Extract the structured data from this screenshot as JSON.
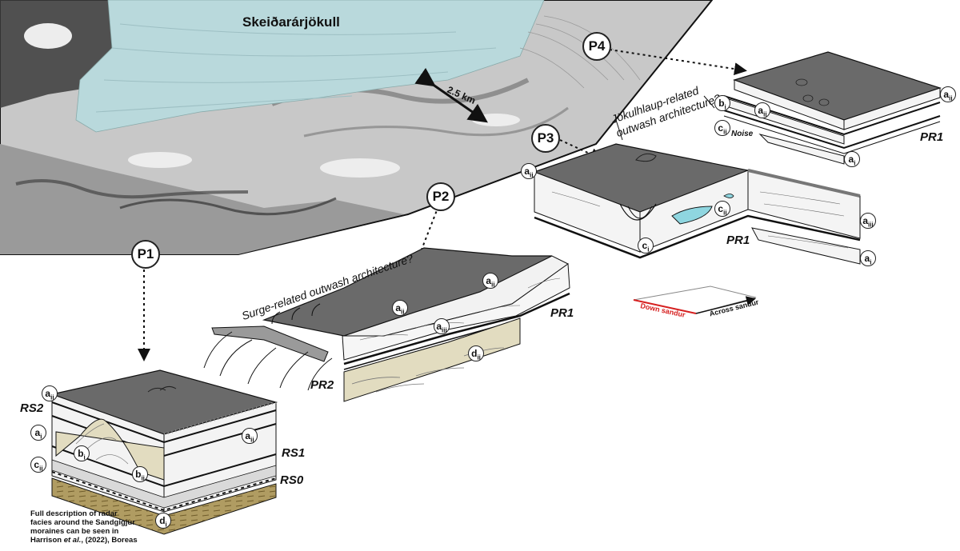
{
  "map": {
    "glacier_name": "Skeiðarárjökull",
    "scale_label": "2.5 km"
  },
  "nodes": {
    "p1": "P1",
    "p2": "P2",
    "p3": "P3",
    "p4": "P4"
  },
  "captions": {
    "surge": "Surge-related outwash architecture?",
    "jokulhlaup_line1": "Jökulhlaup-related",
    "jokulhlaup_line2": "outwash architecture?"
  },
  "block_p1": {
    "facies": [
      {
        "base": "a",
        "sub": "ii"
      },
      {
        "base": "a",
        "sub": "i"
      },
      {
        "base": "b",
        "sub": "i"
      },
      {
        "base": "c",
        "sub": "ii"
      },
      {
        "base": "b",
        "sub": "ii"
      },
      {
        "base": "a",
        "sub": "ii"
      },
      {
        "base": "d",
        "sub": "i"
      }
    ],
    "surfaces": [
      "RS2",
      "RS1",
      "RS0"
    ]
  },
  "block_p2": {
    "facies": [
      {
        "base": "a",
        "sub": "ii"
      },
      {
        "base": "a",
        "sub": "ii"
      },
      {
        "base": "a",
        "sub": "iii"
      },
      {
        "base": "d",
        "sub": "ii"
      }
    ],
    "surfaces": [
      "PR1",
      "PR2"
    ]
  },
  "block_p3": {
    "facies": [
      {
        "base": "a",
        "sub": "ii"
      },
      {
        "base": "c",
        "sub": "ii"
      },
      {
        "base": "c",
        "sub": "i"
      },
      {
        "base": "a",
        "sub": "iii"
      },
      {
        "base": "a",
        "sub": "i"
      }
    ],
    "surfaces": [
      "PR1"
    ]
  },
  "block_p4": {
    "facies": [
      {
        "base": "b",
        "sub": "i"
      },
      {
        "base": "a",
        "sub": "ii"
      },
      {
        "base": "a",
        "sub": "ii"
      },
      {
        "base": "c",
        "sub": "ii"
      },
      {
        "base": "a",
        "sub": "i"
      }
    ],
    "noise_label": "Noise",
    "surfaces": [
      "PR1"
    ]
  },
  "compass": {
    "down": "Down sandur",
    "across": "Across sandur",
    "down_color": "#d62020",
    "across_color": "#111111"
  },
  "footnote": {
    "line1": "Full description of radar",
    "line2": "facies around the Sandgigjur",
    "line3": "moraines can be seen in",
    "line4_pre": "Harrison ",
    "line4_it": "et al.",
    "line4_post": ", (2022), Boreas"
  },
  "colors": {
    "glacier": "#b9d9dc",
    "surface_dark": "#6a6a6a",
    "sediment_tan": "#e2dcc0",
    "sediment_brown": "#b09c62",
    "water_cyan": "#8fd6e0"
  }
}
